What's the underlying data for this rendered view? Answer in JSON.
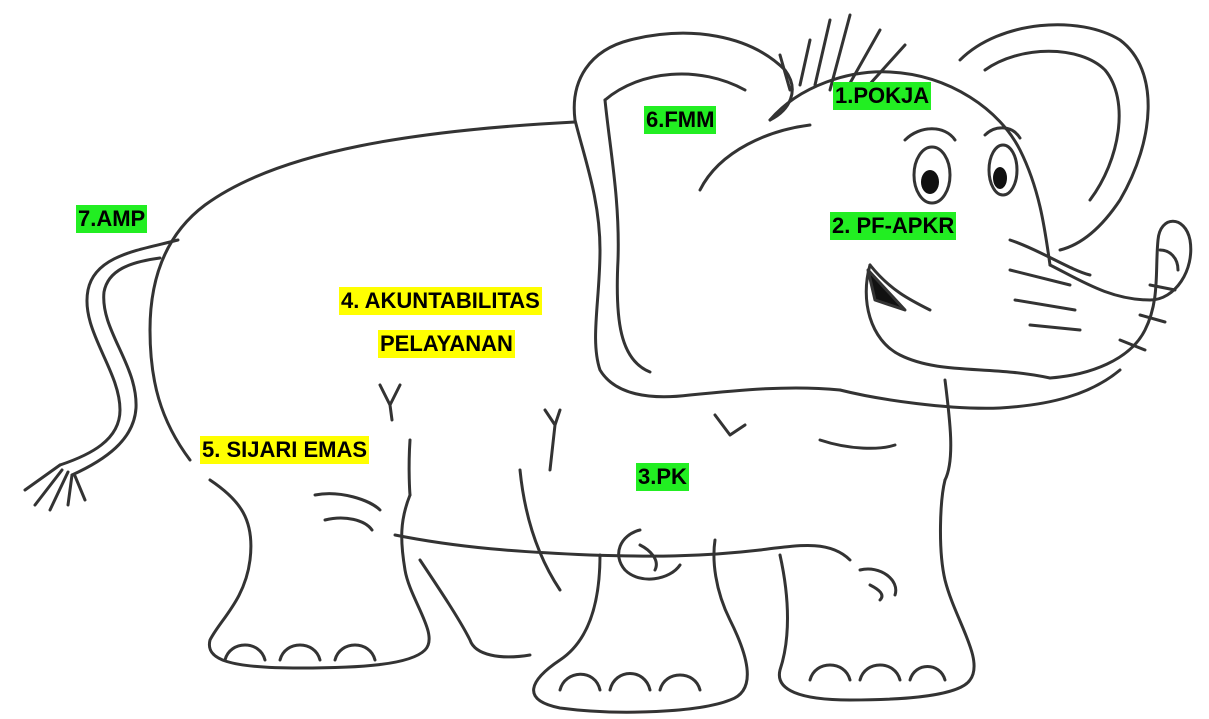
{
  "colors": {
    "background": "#ffffff",
    "outline": "#333333",
    "highlight_green": "#22ee22",
    "highlight_yellow": "#ffff00"
  },
  "labels": {
    "pokja": "1.POKJA",
    "pf_apkr": "2. PF-APKR",
    "pk": "3.PK",
    "akuntabilitas_line1": "4. AKUNTABILITAS",
    "akuntabilitas_line2": "PELAYANAN",
    "sijari_emas": "5. SIJARI EMAS",
    "fmm": "6.FMM",
    "amp": "7.AMP"
  }
}
